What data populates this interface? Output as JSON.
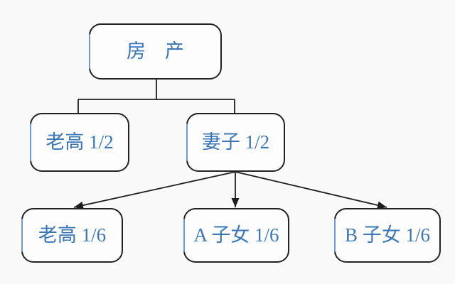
{
  "diagram": {
    "type": "flowchart",
    "nodes": [
      {
        "id": "property",
        "label": "房　产",
        "level": 1
      },
      {
        "id": "laogao-half",
        "label": "老高 1/2",
        "level": 2
      },
      {
        "id": "wife-half",
        "label": "妻子 1/2",
        "level": 2
      },
      {
        "id": "laogao-sixth",
        "label": "老高 1/6",
        "level": 3
      },
      {
        "id": "child-a-sixth",
        "label": "A 子女 1/6",
        "level": 3
      },
      {
        "id": "child-b-sixth",
        "label": "B 子女 1/6",
        "level": 3
      }
    ],
    "edges": [
      {
        "from": "property",
        "to": "laogao-half",
        "style": "elbow",
        "arrow": false
      },
      {
        "from": "property",
        "to": "wife-half",
        "style": "elbow",
        "arrow": false
      },
      {
        "from": "wife-half",
        "to": "laogao-sixth",
        "style": "straight",
        "arrow": true
      },
      {
        "from": "wife-half",
        "to": "child-a-sixth",
        "style": "straight",
        "arrow": true
      },
      {
        "from": "wife-half",
        "to": "child-b-sixth",
        "style": "straight",
        "arrow": true
      }
    ],
    "colors": {
      "background": "#f9f9fa",
      "node_fill": "#fdfdfe",
      "node_border": "#222222",
      "node_left_accent": "#6b9bd2",
      "text": "#3b76b7",
      "connector": "#1d1d1d"
    }
  }
}
